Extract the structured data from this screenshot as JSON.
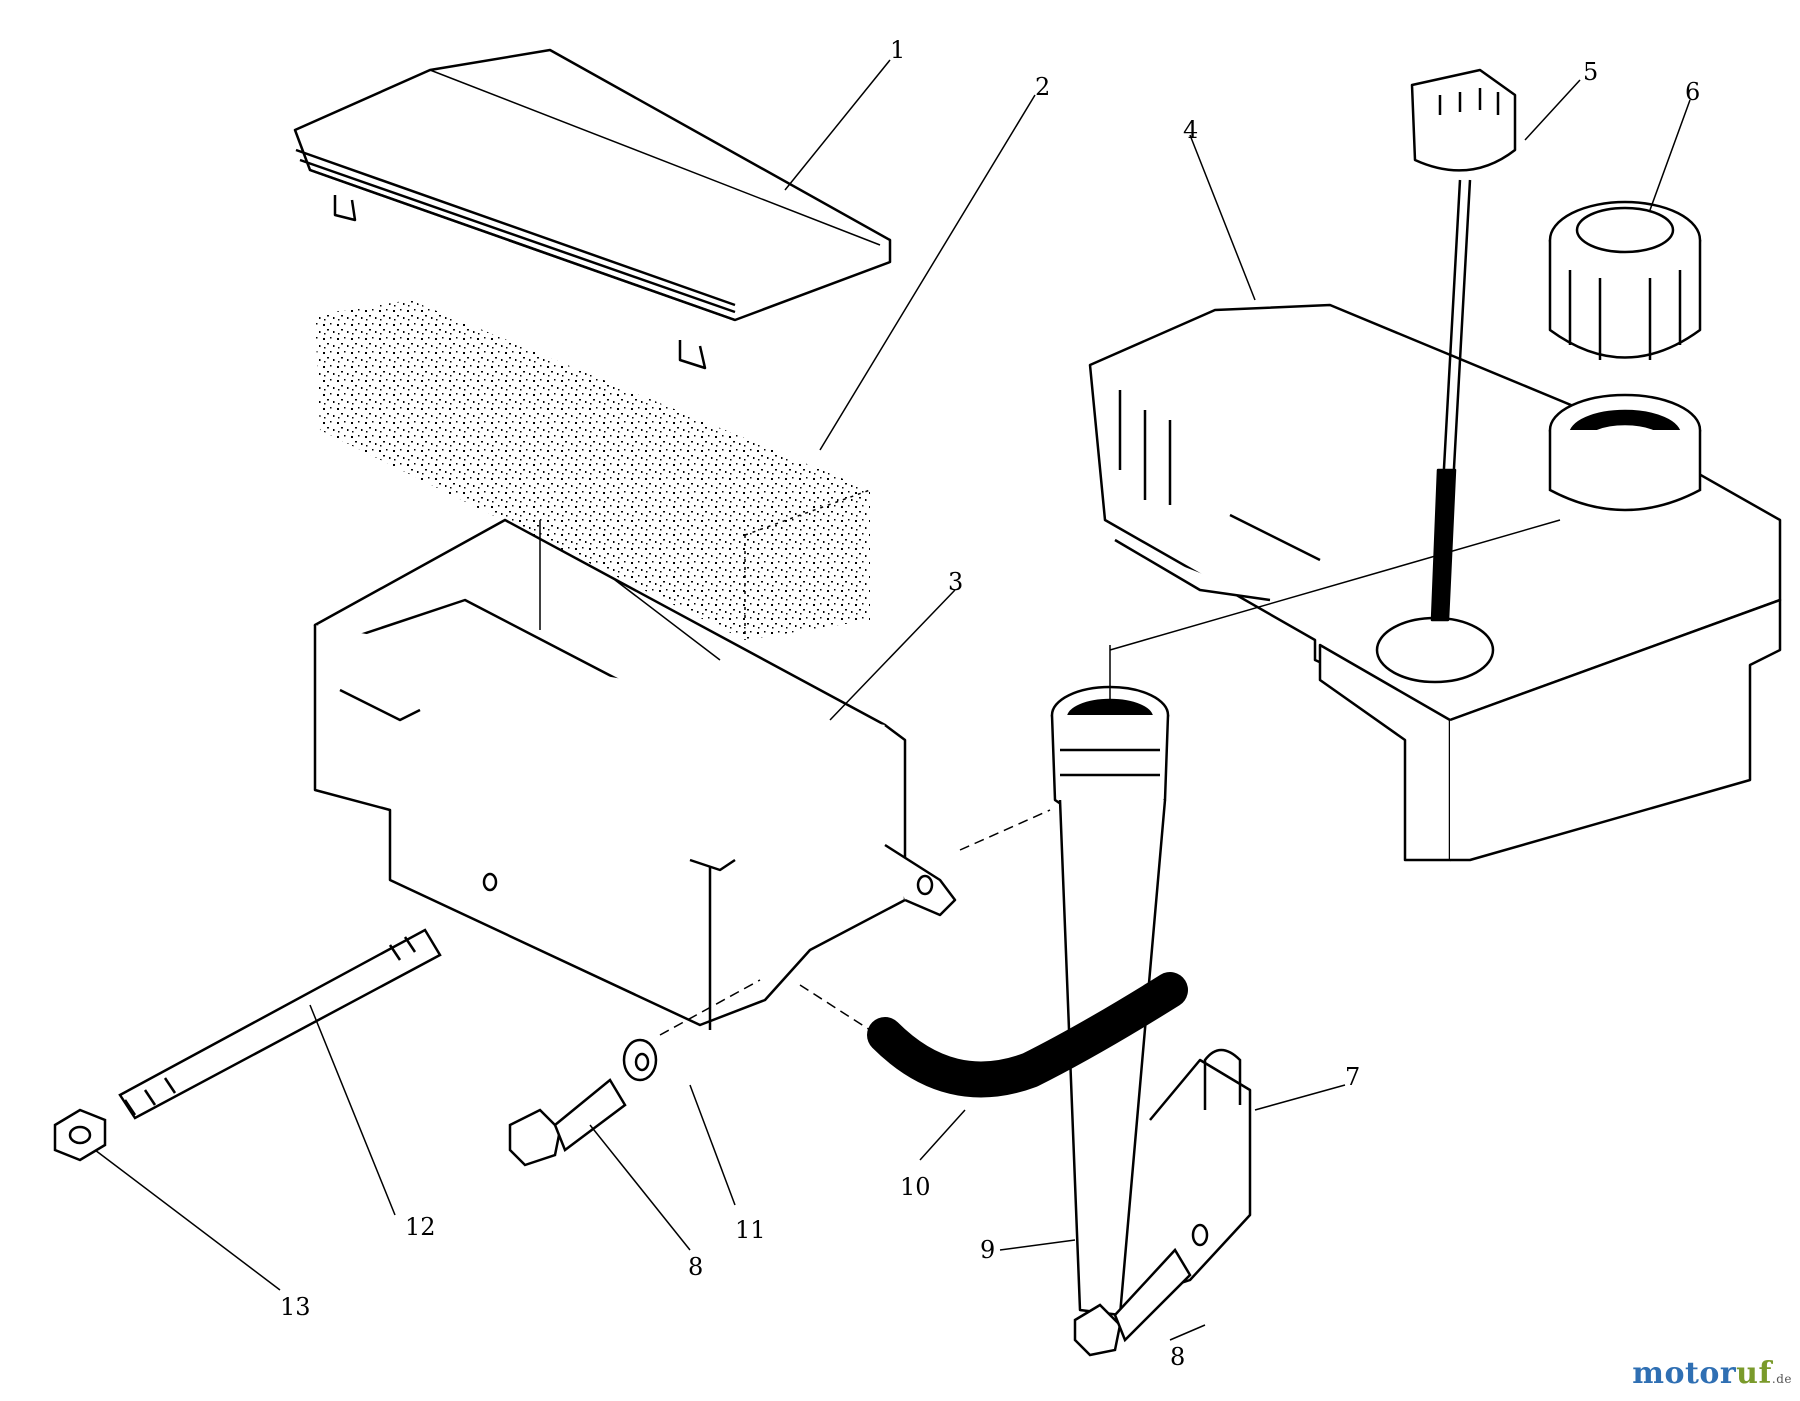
{
  "callouts": [
    "1",
    "2",
    "3",
    "4",
    "5",
    "6",
    "7",
    "8",
    "9",
    "10",
    "11",
    "12",
    "13",
    "8"
  ],
  "watermark": {
    "brand_a": "motor",
    "brand_b": "uf",
    "tld": ".de"
  },
  "colors": {
    "line": "#000000",
    "background": "#ffffff",
    "brand_blue": "#2f6fb3",
    "brand_green": "#7a9a2b"
  }
}
